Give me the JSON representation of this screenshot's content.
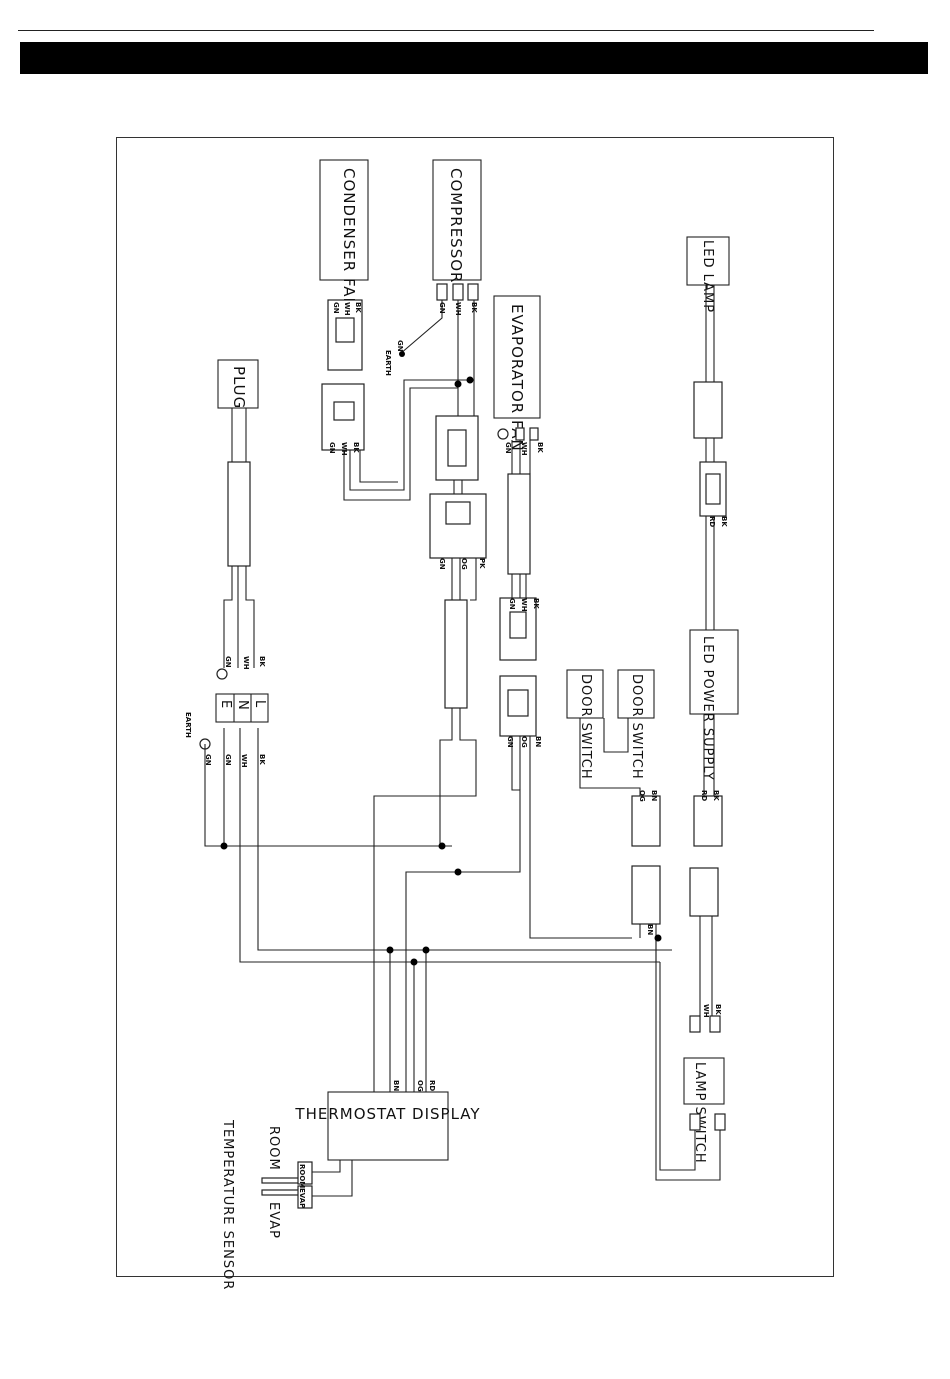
{
  "header": {
    "title": ""
  },
  "components": {
    "condenser_fan": "CONDENSER FAN",
    "compressor": "COMPRESSOR",
    "evaporator_fan": "EVAPORATOR FAN",
    "led_lamp": "LED LAMP",
    "plug": "PLUG",
    "led_power_supply": "LED POWER SUPPLY",
    "door_switch_1": "DOOR SWITCH",
    "door_switch_2": "DOOR SWITCH",
    "lamp_switch": "LAMP SWITCH",
    "thermostat_display": "THERMOSTAT DISPLAY",
    "sensor_label": "TEMPERATURE SENSOR",
    "room": "ROOM",
    "evap": "EVAP",
    "earth": "EARTH"
  },
  "terminal_block": {
    "l": "L",
    "n": "N",
    "e": "E"
  },
  "wire_codes": {
    "gn": "GN",
    "wh": "WH",
    "bk": "BK",
    "bn": "BN",
    "og": "OG",
    "rd": "RD",
    "pk": "PK",
    "room_tag": "ROOM",
    "evap_tag": "EVAP"
  }
}
